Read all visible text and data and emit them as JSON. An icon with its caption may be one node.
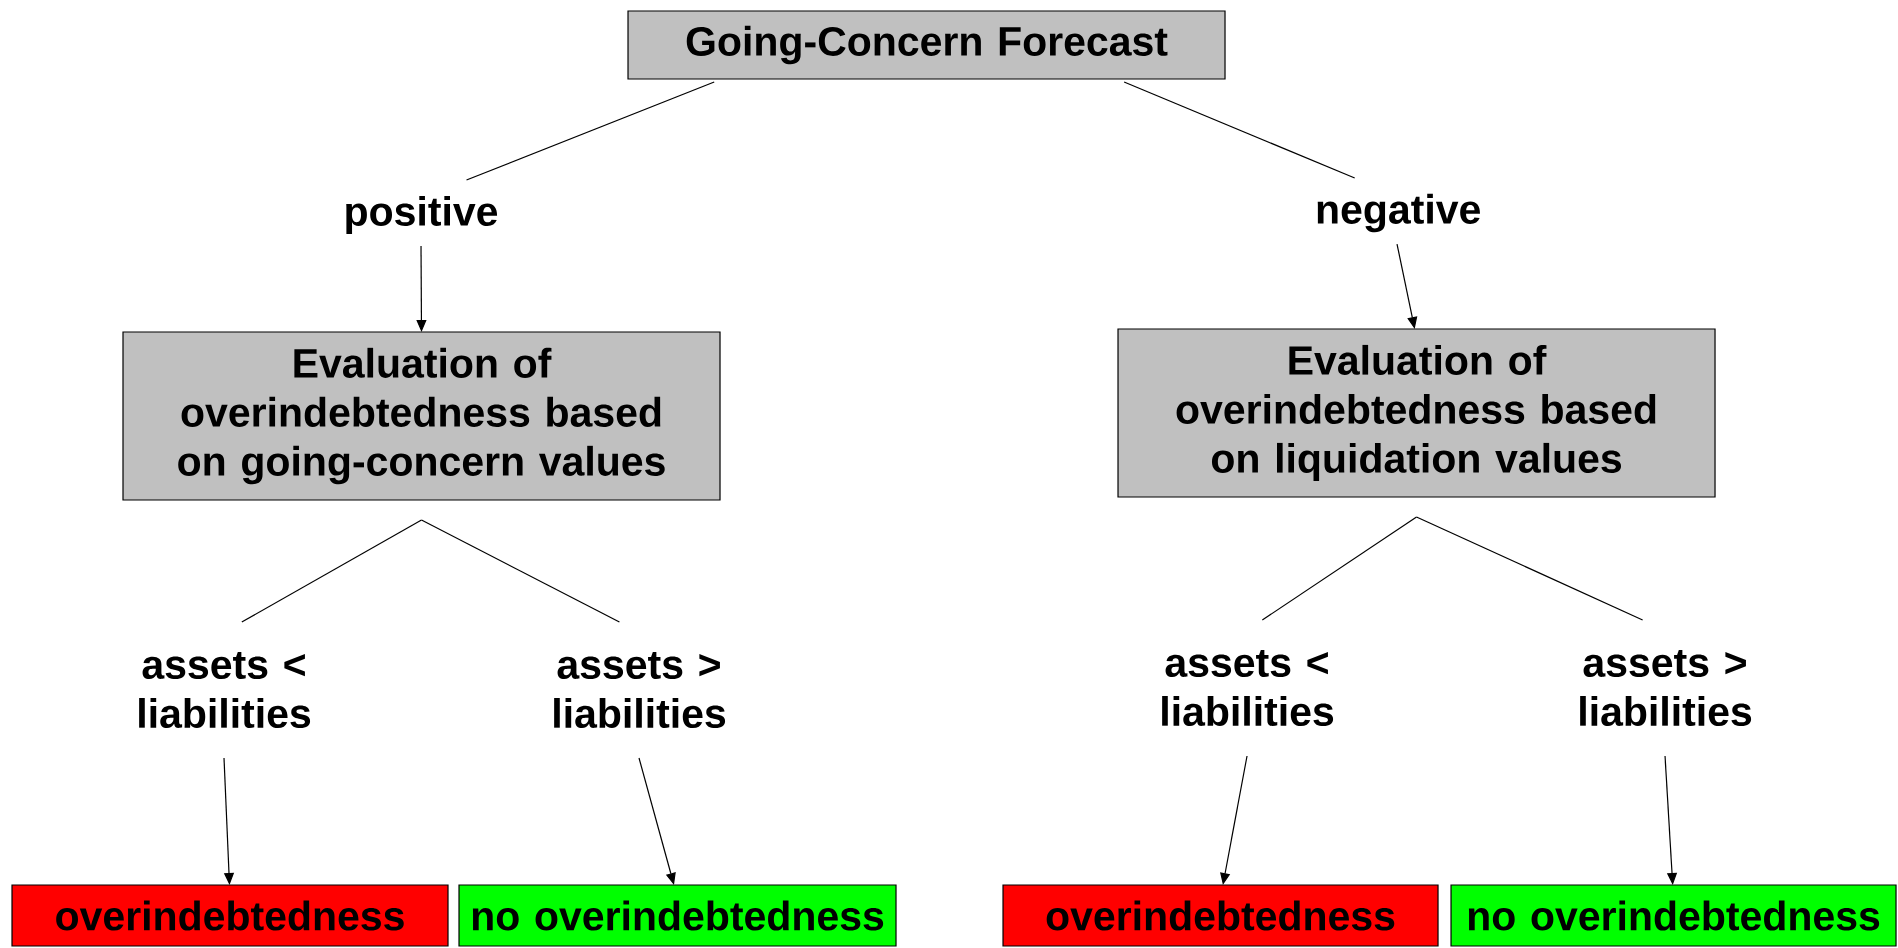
{
  "diagram": {
    "nodes": [
      {
        "text": [
          "Going-Concern Forecast"
        ]
      },
      {
        "text": [
          "positive"
        ]
      },
      {
        "text": [
          "negative"
        ]
      },
      {
        "text": [
          "Evaluation of overindebtedness based on going-concern values"
        ]
      },
      {
        "text": [
          "Evaluation of overindebtedness based on liquidation values"
        ]
      },
      {
        "text": [
          "assets < liabilities"
        ]
      },
      {
        "text": [
          "assets > liabilities"
        ]
      },
      {
        "text": [
          "assets < liabilities"
        ]
      },
      {
        "text": [
          "assets > liabilities"
        ]
      },
      {
        "text": [
          "overindebtedness"
        ]
      },
      {
        "text": [
          "no overindebtedness"
        ]
      },
      {
        "text": [
          "overindebtedness"
        ]
      },
      {
        "text": [
          "no overindebtedness"
        ]
      }
    ],
    "edges": [
      {
        "from": 0,
        "to": 1,
        "arrow": "none"
      },
      {
        "from": 0,
        "to": 2,
        "arrow": "none"
      },
      {
        "from": 1,
        "to": 3,
        "arrow": "to"
      },
      {
        "from": 2,
        "to": 4,
        "arrow": "to"
      },
      {
        "from": 3,
        "to": 5,
        "arrow": "none"
      },
      {
        "from": 3,
        "to": 6,
        "arrow": "none"
      },
      {
        "from": 4,
        "to": 7,
        "arrow": "none"
      },
      {
        "from": 4,
        "to": 8,
        "arrow": "none"
      },
      {
        "from": 5,
        "to": 9,
        "arrow": "to"
      },
      {
        "from": 6,
        "to": 10,
        "arrow": "to"
      },
      {
        "from": 7,
        "to": 11,
        "arrow": "to"
      },
      {
        "from": 8,
        "to": 12,
        "arrow": "to"
      }
    ]
  }
}
